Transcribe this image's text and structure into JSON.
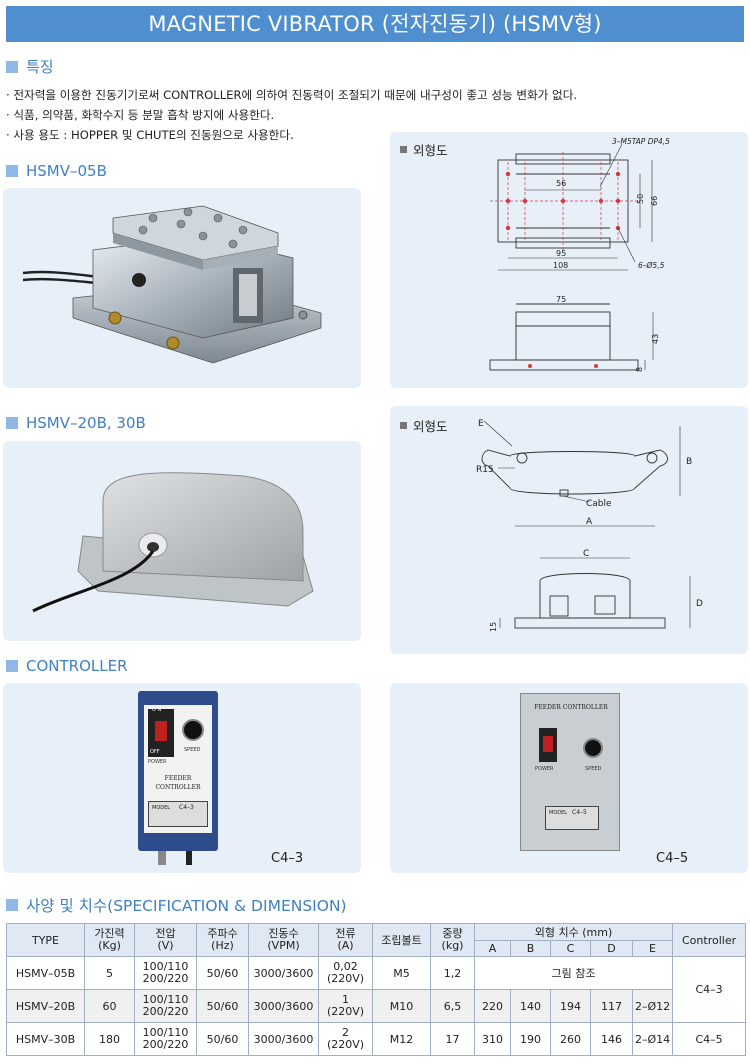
{
  "title": "MAGNETIC VIBRATOR (전자진동기) (HSMV형)",
  "features": {
    "heading": "특징",
    "items": [
      "· 전자력을 이용한 진동기기로써 CONTROLLER에 의하여 진동력이 조절되기 때문에 내구성이 좋고 성능 변화가 없다.",
      "· 식품, 의약품, 화학수지 등 분말 흡착 방지에 사용한다.",
      "· 사용 용도 : HOPPER 및 CHUTE의 진동원으로 사용한다."
    ]
  },
  "sections": {
    "hsmv05b": "HSMV–05B",
    "hsmv20b30b": "HSMV–20B, 30B",
    "controller": "CONTROLLER",
    "spec": "사양 및 치수(SPECIFICATION & DIMENSION)"
  },
  "outline_label": "외형도",
  "drawing1": {
    "tap_note": "3–M5TAP DP4,5",
    "dim_56": "56",
    "dim_50": "50",
    "dim_66": "66",
    "dim_95": "95",
    "dim_108": "108",
    "hole_note": "6–Ø5,5",
    "dim_75": "75",
    "dim_43": "43",
    "dim_8": "8"
  },
  "drawing2": {
    "e": "E",
    "r15": "R15",
    "cable": "Cable",
    "a": "A",
    "b": "B",
    "c": "C",
    "d": "D",
    "dim_15": "15"
  },
  "controllers": {
    "c43": "C4–3",
    "c45": "C4–5",
    "panel_on": "O N",
    "panel_off": "OFF",
    "panel_power": "POWER",
    "panel_speed": "SPEED",
    "panel_feeder": "FEEDER",
    "panel_controller": "CONTROLLER",
    "panel_title2": "FEEDER  CONTROLLER",
    "panel_model": "MODEL",
    "panel_model_val": "C4–3",
    "panel_model_val2": "C4–5"
  },
  "table": {
    "headers": {
      "type": "TYPE",
      "force": "가진력",
      "force_unit": "(Kg)",
      "voltage": "전압",
      "voltage_unit": "(V)",
      "freq": "주파수",
      "freq_unit": "(Hz)",
      "vib": "진동수",
      "vib_unit": "(VPM)",
      "current": "전류",
      "current_unit": "(A)",
      "bolt": "조립볼트",
      "weight": "중량",
      "weight_unit": "(kg)",
      "dims": "외형 치수 (mm)",
      "dim_a": "A",
      "dim_b": "B",
      "dim_c": "C",
      "dim_d": "D",
      "dim_e": "E",
      "controller": "Controller"
    },
    "rows": [
      {
        "type": "HSMV–05B",
        "force": "5",
        "voltage1": "100/110",
        "voltage2": "200/220",
        "freq": "50/60",
        "vib": "3000/3600",
        "current1": "0,02",
        "current2": "(220V)",
        "bolt": "M5",
        "weight": "1,2",
        "dims_note": "그림 참조"
      },
      {
        "type": "HSMV–20B",
        "force": "60",
        "voltage1": "100/110",
        "voltage2": "200/220",
        "freq": "50/60",
        "vib": "3000/3600",
        "current1": "1",
        "current2": "(220V)",
        "bolt": "M10",
        "weight": "6,5",
        "a": "220",
        "b": "140",
        "c": "194",
        "d": "117",
        "e": "2–Ø12"
      },
      {
        "type": "HSMV–30B",
        "force": "180",
        "voltage1": "100/110",
        "voltage2": "200/220",
        "freq": "50/60",
        "vib": "3000/3600",
        "current1": "2",
        "current2": "(220V)",
        "bolt": "M12",
        "weight": "17",
        "a": "310",
        "b": "190",
        "c": "260",
        "d": "146",
        "e": "2–Ø14"
      }
    ],
    "controller_merged": "C4–3",
    "controller_last": "C4–5"
  },
  "colors": {
    "title_bg": "#4f8fd0",
    "accent": "#3f7fc4",
    "panel_bg": "#e7eff8",
    "drawing_red": "#d23a3a"
  }
}
